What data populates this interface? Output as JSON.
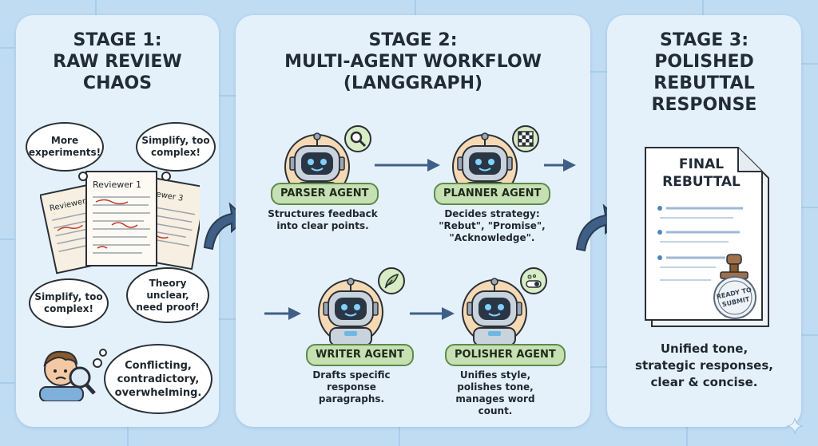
{
  "stage1": {
    "title_lines": [
      "STAGE 1:",
      "RAW REVIEW",
      "CHAOS"
    ],
    "clouds": {
      "more_experiments": [
        "More",
        "experiments!"
      ],
      "simplify_top": [
        "Simplify, too",
        "complex!"
      ],
      "simplify_bottom": [
        "Simplify, too",
        "complex!"
      ],
      "theory": [
        "Theory",
        "unclear,",
        "need proof!"
      ],
      "conflicting": [
        "Conflicting,",
        "contradictory,",
        "overwhelming."
      ]
    },
    "papers": {
      "left": "Reviewer",
      "center": "Reviewer 1",
      "right": "ewer 3"
    }
  },
  "stage2": {
    "title_lines": [
      "STAGE 2:",
      "MULTI-AGENT WORKFLOW",
      "(LANGGRAPH)"
    ],
    "agents": {
      "parser": {
        "label": "PARSER AGENT",
        "desc": [
          "Structures feedback",
          "into clear points."
        ],
        "badge_icon": "magnifier-icon"
      },
      "planner": {
        "label": "PLANNER AGENT",
        "desc": [
          "Decides strategy:",
          "\"Rebut\", \"Promise\",",
          "\"Acknowledge\"."
        ],
        "badge_icon": "chess-board-icon"
      },
      "writer": {
        "label": "WRITER AGENT",
        "desc": [
          "Drafts specific",
          "response",
          "paragraphs."
        ],
        "badge_icon": "quill-icon"
      },
      "polisher": {
        "label": "POLISHER AGENT",
        "desc": [
          "Unifies style,",
          "polishes tone,",
          "manages word",
          "count."
        ],
        "badge_icon": "toggle-icon"
      }
    }
  },
  "stage3": {
    "title_lines": [
      "STAGE 3:",
      "POLISHED",
      "REBUTTAL",
      "RESPONSE"
    ],
    "document_title": [
      "FINAL",
      "REBUTTAL"
    ],
    "stamp_text": [
      "READY TO",
      "SUBMIT"
    ],
    "summary_lines": [
      "Unified tone,",
      "strategic responses,",
      "clear & concise."
    ]
  },
  "colors": {
    "background": "#bfdcf3",
    "panel": "#e4f1fb",
    "agent_label_fill": "#c6e0b4",
    "agent_label_border": "#5d8a48",
    "arrow": "#3f5f86",
    "robot_halo": "#f5d9b5"
  }
}
